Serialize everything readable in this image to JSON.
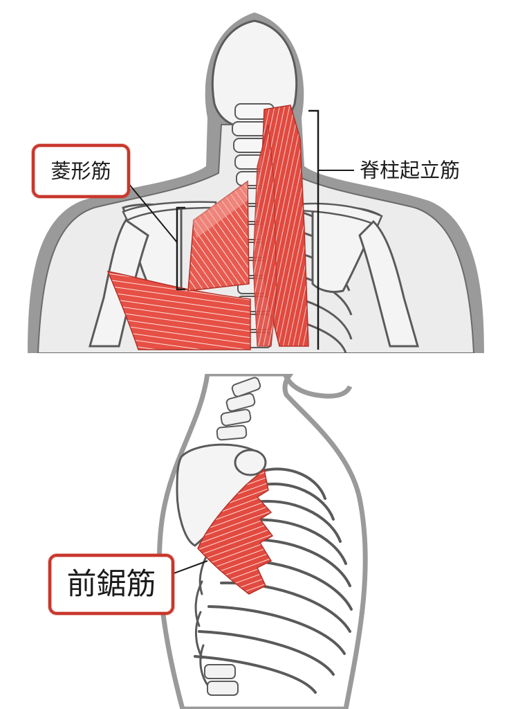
{
  "labels": {
    "rhomboid": "菱形筋",
    "erector_spinae": "脊柱起立筋",
    "serratus_anterior": "前鋸筋"
  },
  "colors": {
    "silhouette": "#9a9a9a",
    "bone_fill": "#f2f2f2",
    "bone_stroke": "#5a5a5a",
    "muscle": "#e2463c",
    "muscle_light": "#f6c6c0",
    "highlight_box": "#c8372b"
  }
}
